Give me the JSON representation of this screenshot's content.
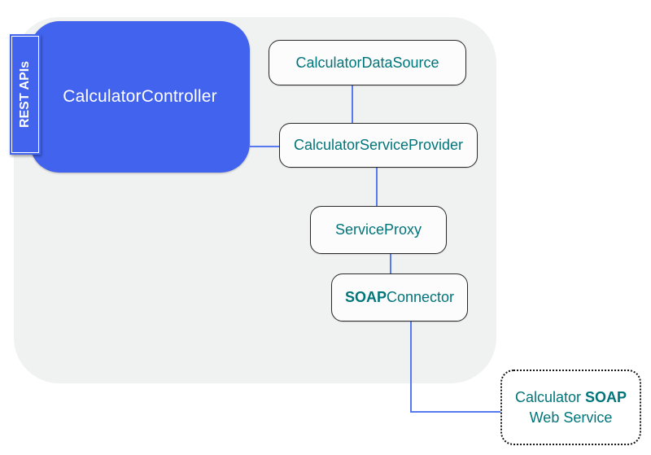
{
  "tab": {
    "label": "REST APIs"
  },
  "nodes": {
    "controller": {
      "label": "CalculatorController"
    },
    "data_source": {
      "label": "CalculatorDataSource"
    },
    "service_provider": {
      "label": "CalculatorServiceProvider"
    },
    "service_proxy": {
      "label": "ServiceProxy"
    },
    "soap_connector": {
      "label_bold": "SOAP",
      "label_regular": "Connector"
    },
    "web_service": {
      "line1_regular": "Calculator ",
      "line1_bold": "SOAP",
      "line2": "Web Service"
    }
  },
  "colors": {
    "controller_fill": "#4263EE",
    "connector_line": "#587AF0",
    "label_teal": "#00757A",
    "boundary_fill": "#F0F1F1",
    "node_border": "#2A2A2A",
    "node_fill": "#FCFCFC",
    "tab_text": "#FFFFFF"
  }
}
